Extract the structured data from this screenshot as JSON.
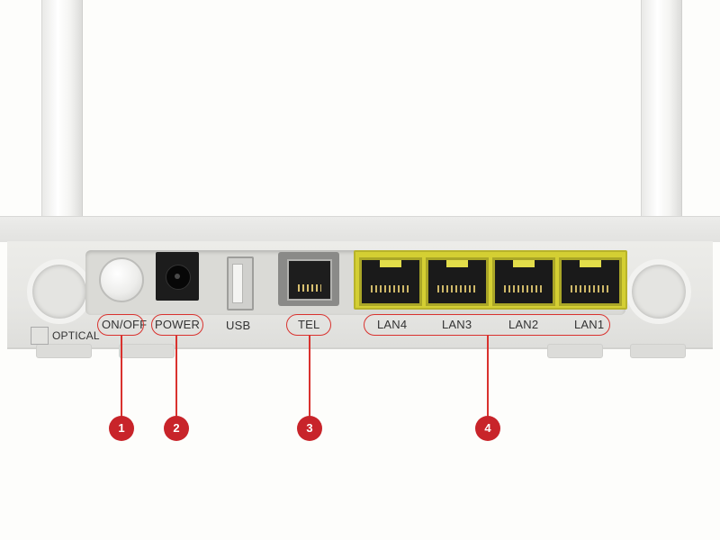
{
  "labels": {
    "optical": "OPTICAL",
    "onoff": "ON/OFF",
    "power": "POWER",
    "usb": "USB",
    "tel": "TEL",
    "lan4": "LAN4",
    "lan3": "LAN3",
    "lan2": "LAN2",
    "lan1": "LAN1"
  },
  "callouts": [
    "1",
    "2",
    "3",
    "4"
  ],
  "colors": {
    "callout": "#c8242a",
    "highlight_outline": "#d9322e",
    "lan_block": "#d4cf33",
    "router_body": "#e6e6e3"
  }
}
